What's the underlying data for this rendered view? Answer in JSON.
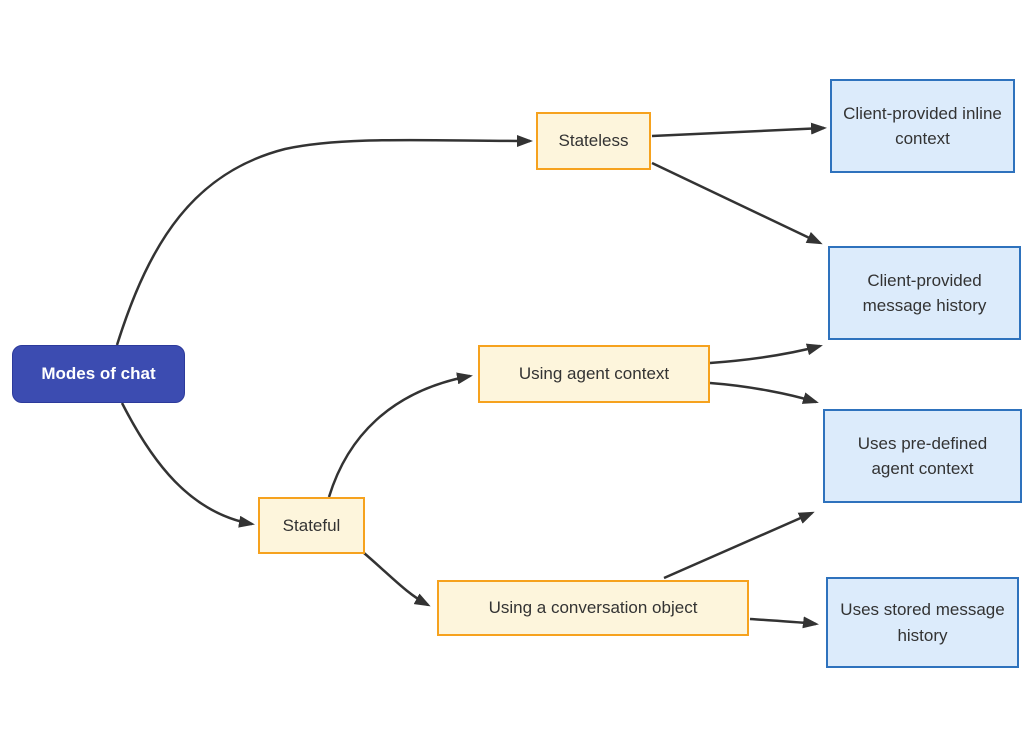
{
  "diagram": {
    "type": "flowchart",
    "direction": "left-to-right",
    "colors": {
      "background": "#ffffff",
      "root_fill": "#3c4cb1",
      "root_border": "#2c3a9b",
      "root_text": "#ffffff",
      "branch_fill": "#fdf5dc",
      "branch_border": "#f6a21e",
      "leaf_fill": "#dcebfb",
      "leaf_border": "#2e72bd",
      "edge_stroke": "#333333",
      "node_text": "#333333"
    },
    "nodes": [
      {
        "id": "modes-of-chat",
        "label": "Modes of chat",
        "kind": "root"
      },
      {
        "id": "stateless",
        "label": "Stateless",
        "kind": "branch"
      },
      {
        "id": "stateful",
        "label": "Stateful",
        "kind": "branch"
      },
      {
        "id": "using-agent-context",
        "label": "Using agent context",
        "kind": "branch"
      },
      {
        "id": "using-a-conversation-object",
        "label": "Using a conversation object",
        "kind": "branch"
      },
      {
        "id": "client-provided-inline-context",
        "label": "Client-provided inline context",
        "kind": "leaf"
      },
      {
        "id": "client-provided-message-history",
        "label": "Client-provided message history",
        "kind": "leaf"
      },
      {
        "id": "uses-pre-defined-agent-context",
        "label": "Uses pre-defined agent context",
        "kind": "leaf"
      },
      {
        "id": "uses-stored-message-history",
        "label": "Uses stored message history",
        "kind": "leaf"
      }
    ],
    "edges": [
      {
        "from": "modes-of-chat",
        "to": "stateless"
      },
      {
        "from": "modes-of-chat",
        "to": "stateful"
      },
      {
        "from": "stateless",
        "to": "client-provided-inline-context"
      },
      {
        "from": "stateless",
        "to": "client-provided-message-history"
      },
      {
        "from": "stateful",
        "to": "using-agent-context"
      },
      {
        "from": "stateful",
        "to": "using-a-conversation-object"
      },
      {
        "from": "using-agent-context",
        "to": "client-provided-message-history"
      },
      {
        "from": "using-agent-context",
        "to": "uses-pre-defined-agent-context"
      },
      {
        "from": "using-a-conversation-object",
        "to": "uses-pre-defined-agent-context"
      },
      {
        "from": "using-a-conversation-object",
        "to": "uses-stored-message-history"
      }
    ]
  }
}
